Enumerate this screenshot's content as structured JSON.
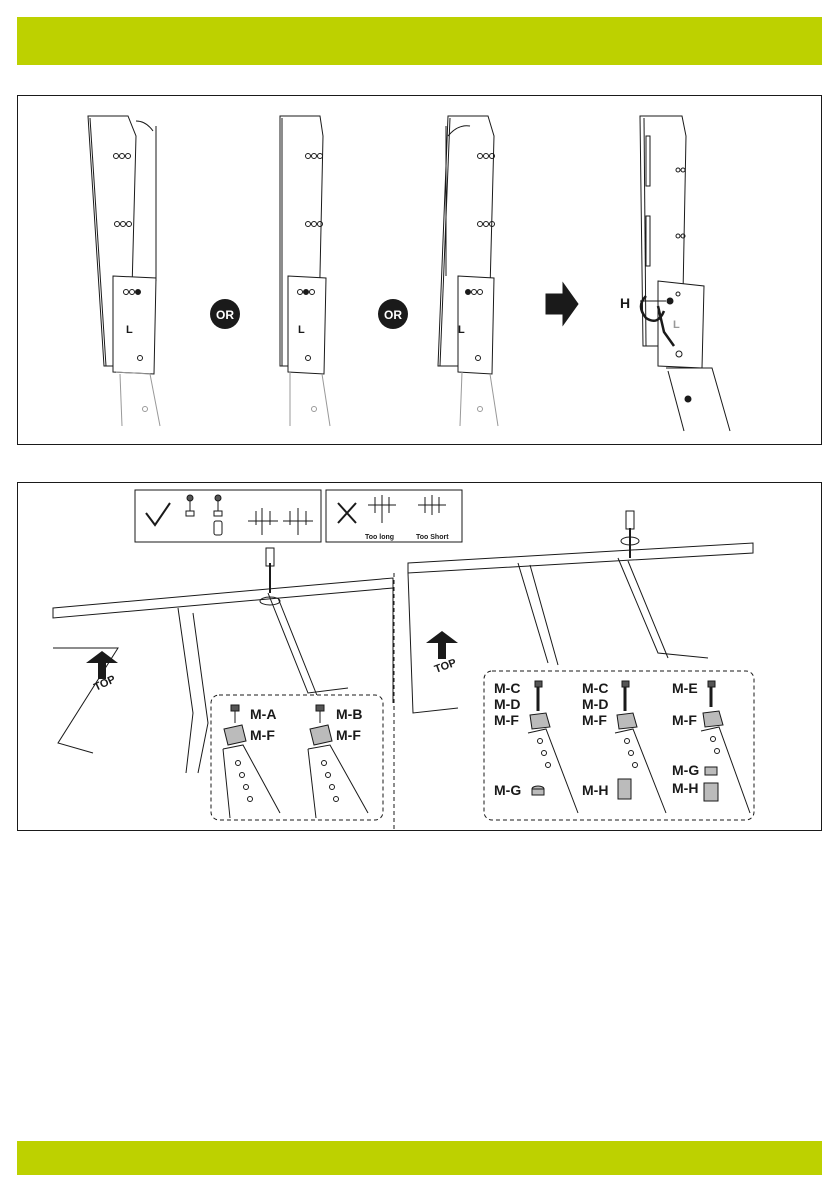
{
  "step1": {
    "or_badge_1": "OR",
    "or_badge_2": "OR",
    "bracket_letter_1": "L",
    "bracket_letter_2": "L",
    "bracket_letter_3": "L",
    "bracket_letter_4": "L",
    "hex_key_label": "H"
  },
  "step2": {
    "legend_ok_icon": "checkmark-icon",
    "legend_bad_icon": "cross-icon",
    "too_long": "Too long",
    "too_short": "Too Short",
    "top_left": "TOP",
    "top_right": "TOP",
    "left_detail": {
      "screw_a": "M-A",
      "washer_a": "M-F",
      "screw_b": "M-B",
      "washer_b": "M-F"
    },
    "right_detail": {
      "col1": {
        "screw1": "M-C",
        "screw2": "M-D",
        "washer": "M-F",
        "spacer": "M-G"
      },
      "col2": {
        "screw1": "M-C",
        "screw2": "M-D",
        "washer": "M-F",
        "spacer": "M-H"
      },
      "col3": {
        "screw": "M-E",
        "washer": "M-F",
        "spacer1": "M-G",
        "spacer2": "M-H"
      }
    }
  },
  "colors": {
    "accent_band": "#bdd100",
    "ink": "#1a1a1a"
  }
}
